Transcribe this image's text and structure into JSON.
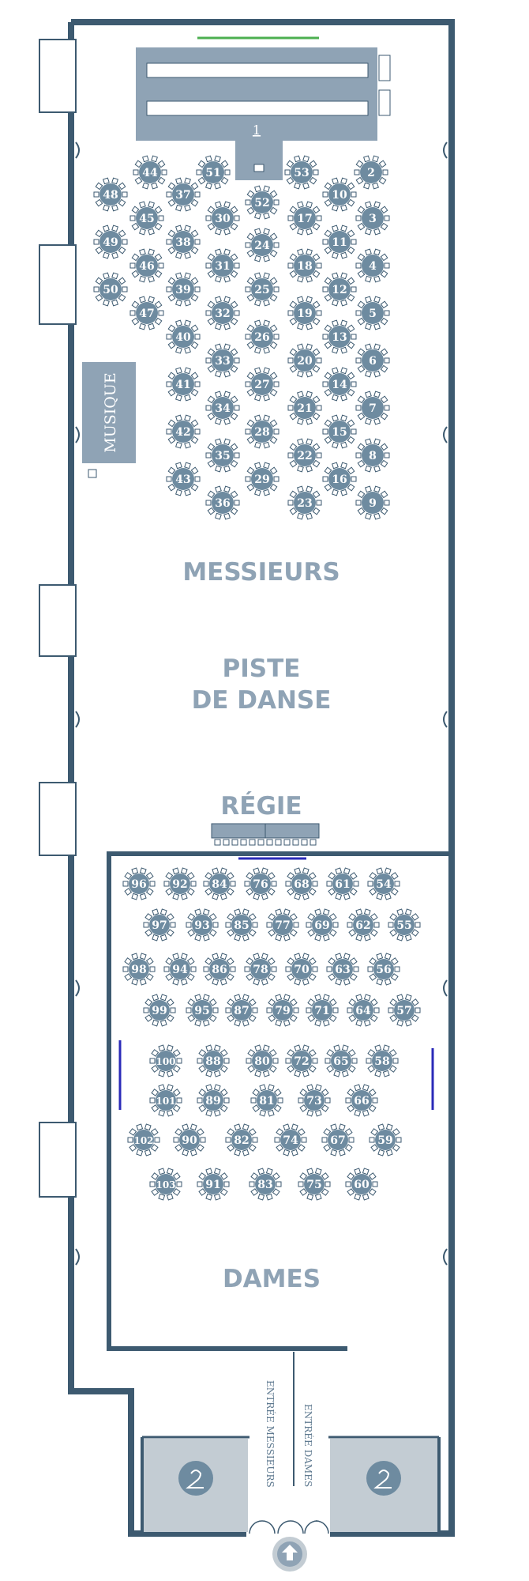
{
  "labels": {
    "stage_number": "1",
    "musique": "MUSIQUE",
    "messieurs": "MESSIEURS",
    "piste_line1": "PISTE",
    "piste_line2": "DE DANSE",
    "regie": "RÉGIE",
    "dames": "DAMES",
    "entree_messieurs": "ENTRÉE MESSIEURS",
    "entree_dames": "ENTRÉE DAMES"
  },
  "colors": {
    "wall": "#3d5a70",
    "table": "#6e8ba0",
    "stage": "#8fa3b5",
    "label": "#8fa3b5",
    "lobby": "#c3ccd3",
    "accent_green": "#4caf50",
    "accent_blue": "#2a2ab8"
  },
  "tables_men": [
    "44",
    "51",
    "53",
    "2",
    "48",
    "37",
    "52",
    "10",
    "45",
    "30",
    "17",
    "3",
    "49",
    "38",
    "24",
    "11",
    "46",
    "31",
    "18",
    "4",
    "50",
    "39",
    "25",
    "12",
    "47",
    "32",
    "19",
    "5",
    "40",
    "26",
    "13",
    "33",
    "20",
    "6",
    "41",
    "27",
    "14",
    "34",
    "21",
    "7",
    "42",
    "28",
    "15",
    "35",
    "22",
    "8",
    "43",
    "29",
    "16",
    "36",
    "23",
    "9"
  ],
  "tables_women": [
    "96",
    "92",
    "84",
    "76",
    "68",
    "61",
    "54",
    "97",
    "93",
    "85",
    "77",
    "69",
    "62",
    "55",
    "98",
    "94",
    "86",
    "78",
    "70",
    "63",
    "56",
    "99",
    "95",
    "87",
    "79",
    "71",
    "64",
    "57",
    "100",
    "88",
    "80",
    "72",
    "65",
    "58",
    "101",
    "89",
    "81",
    "73",
    "66",
    "102",
    "90",
    "82",
    "74",
    "67",
    "59",
    "103",
    "91",
    "83",
    "75",
    "60"
  ],
  "icons": {
    "stage_speaker": "speaker-icon",
    "music_speaker": "speaker-icon",
    "coat_left": "hanger-icon",
    "coat_right": "hanger-icon",
    "entrance": "arrow-up-icon"
  }
}
